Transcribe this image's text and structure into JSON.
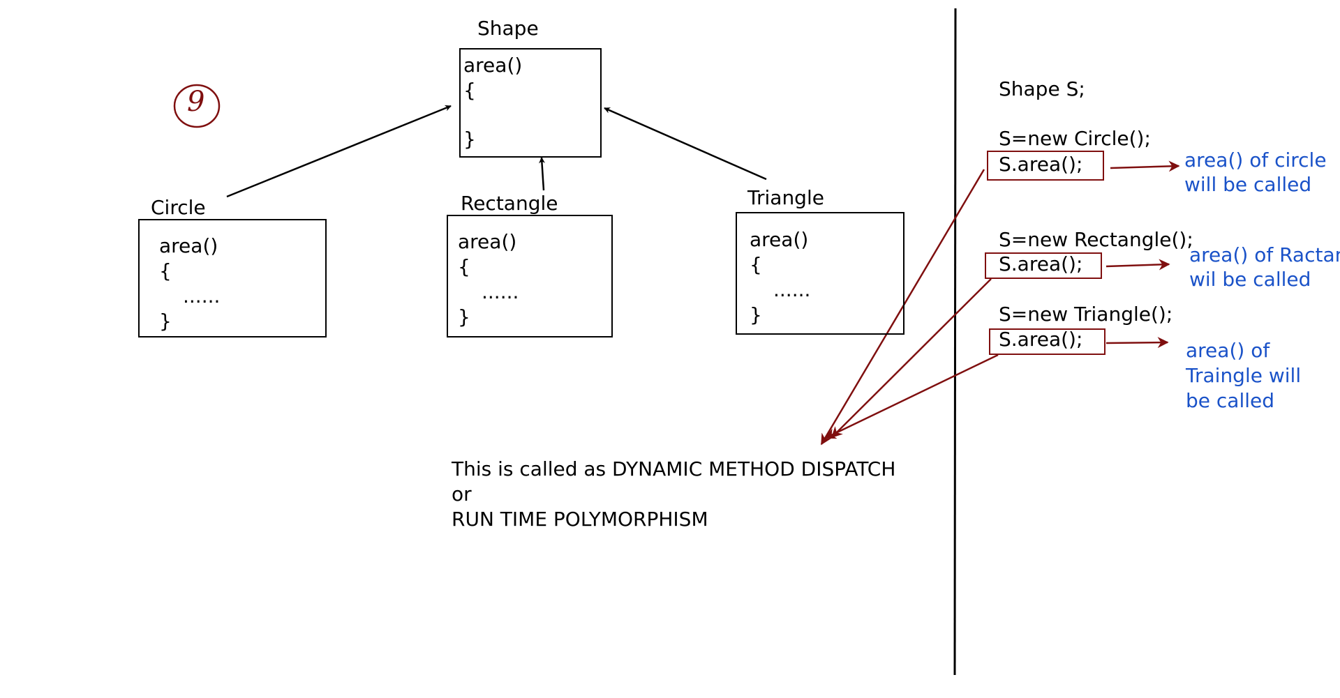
{
  "page_number": "9",
  "colors": {
    "ink": "#000000",
    "red_ink": "#7f0f0f",
    "blue_ink": "#1a52c8"
  },
  "parent_class": {
    "name": "Shape",
    "method": "area()",
    "open_brace": "{",
    "close_brace": "}"
  },
  "child_classes": [
    {
      "name": "Circle",
      "method": "area()",
      "open_brace": "{",
      "body": "......",
      "close_brace": "}"
    },
    {
      "name": "Rectangle",
      "method": "area()",
      "open_brace": "{",
      "body": "......",
      "close_brace": "}"
    },
    {
      "name": "Triangle",
      "method": "area()",
      "open_brace": "{",
      "body": "......",
      "close_brace": "}"
    }
  ],
  "code": {
    "declaration": "Shape S;",
    "blocks": [
      {
        "assign": "S=new Circle();",
        "call": "S.area();",
        "note": [
          "area() of circle",
          "will be called"
        ]
      },
      {
        "assign": "S=new Rectangle();",
        "call": "S.area();",
        "note": [
          "area() of Ractangle",
          "wil be called"
        ]
      },
      {
        "assign": "S=new Triangle();",
        "call": "S.area();",
        "note": [
          "area() of",
          "Traingle will",
          "be called"
        ]
      }
    ]
  },
  "conclusion": [
    "This is called as DYNAMIC METHOD DISPATCH",
    "or",
    "RUN TIME POLYMORPHISM"
  ]
}
